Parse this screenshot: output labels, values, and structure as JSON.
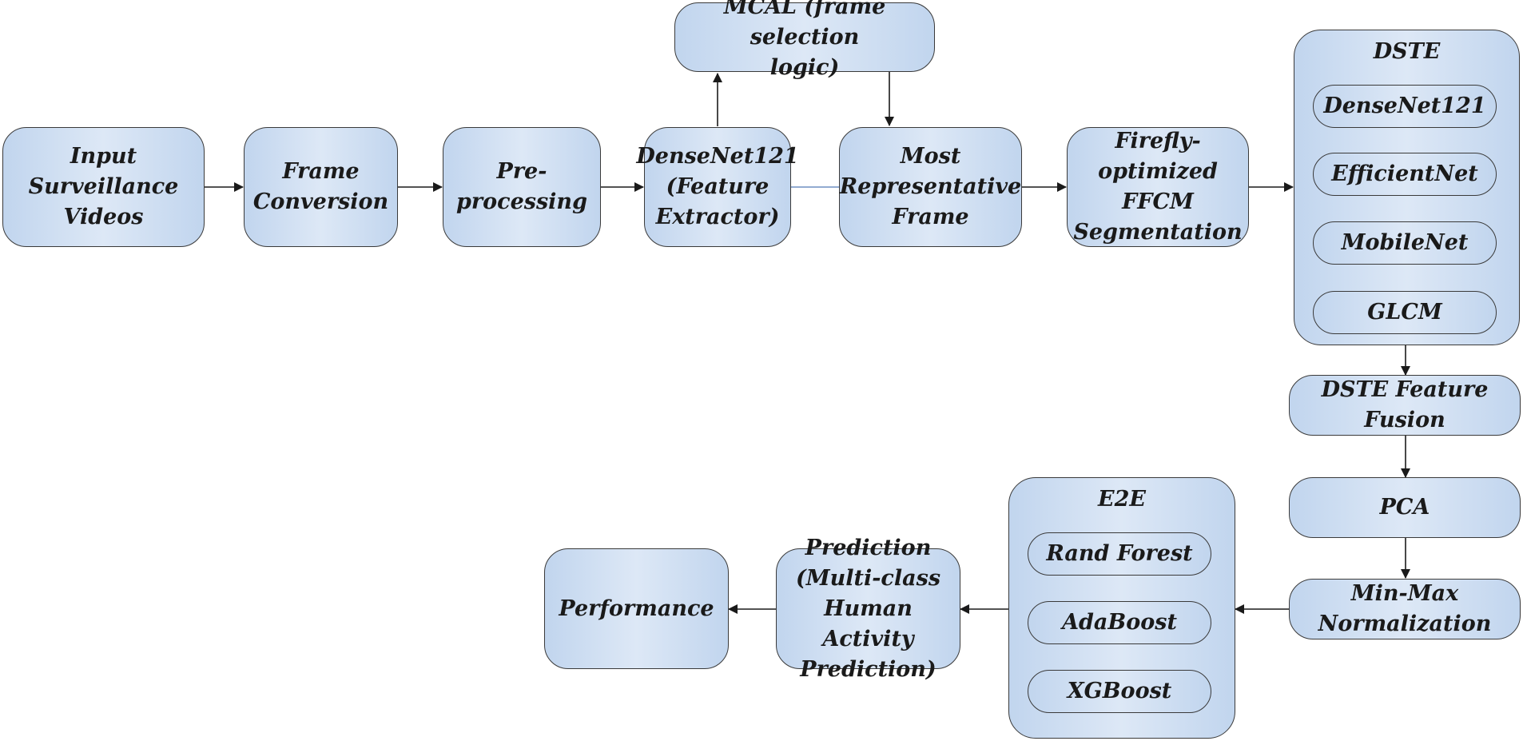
{
  "nodes": {
    "input": "Input\nSurveillance\nVideos",
    "frame_conversion": "Frame\nConversion",
    "preprocessing": "Pre-\nprocessing",
    "densenet_extractor": "DenseNet121\n(Feature\nExtractor)",
    "mcal": "MCAL (frame selection\nlogic)",
    "most_representative": "Most\nRepresentative\nFrame",
    "ffcm": "Firefly-\noptimized\nFFCM\nSegmentation",
    "dste": {
      "title": "DSTE",
      "items": [
        "DenseNet121",
        "EfficientNet",
        "MobileNet",
        "GLCM"
      ]
    },
    "dste_fusion": "DSTE Feature\nFusion",
    "pca": "PCA",
    "minmax": "Min-Max\nNormalization",
    "e2e": {
      "title": "E2E",
      "items": [
        "Rand Forest",
        "AdaBoost",
        "XGBoost"
      ]
    },
    "prediction": "Prediction\n(Multi-class\nHuman Activity\nPrediction)",
    "performance": "Performance"
  }
}
